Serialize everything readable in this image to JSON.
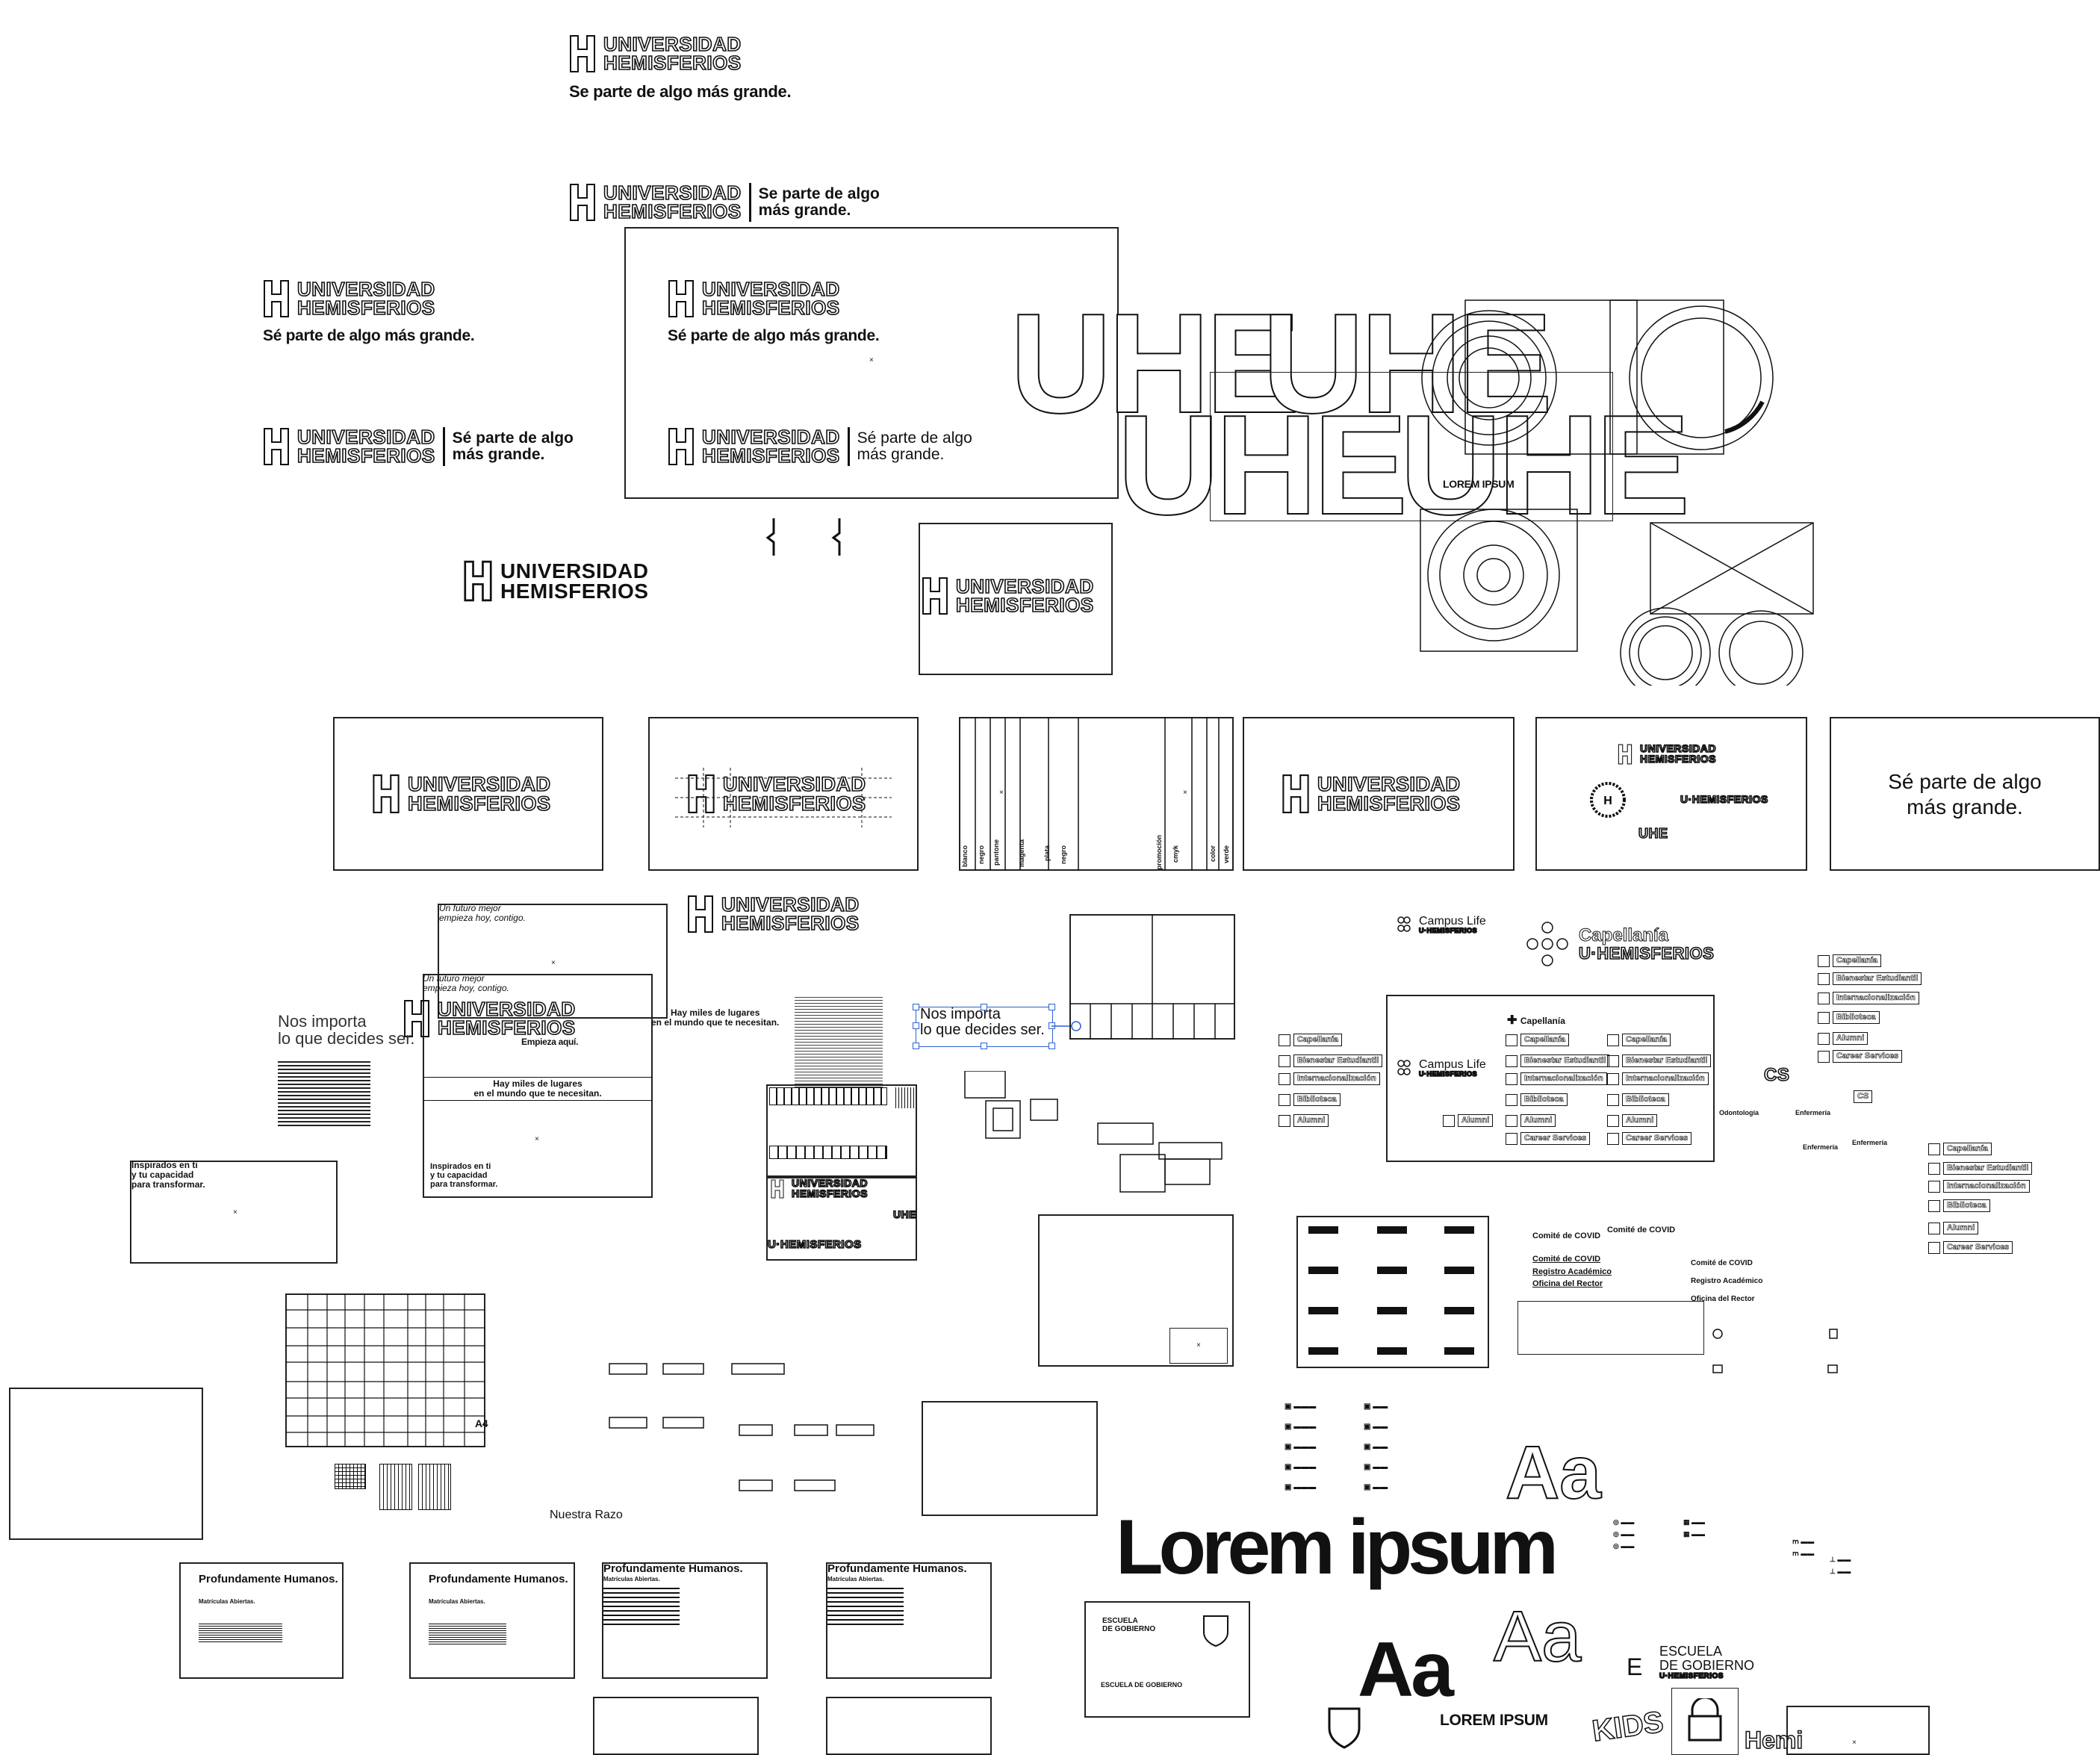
{
  "brand": {
    "line1": "UNIVERSIDAD",
    "line2": "HEMISFERIOS",
    "short": "U·HEMISFERIOS",
    "monogram": "UHE"
  },
  "taglines": {
    "full_plain": "Se parte de algo más grande.",
    "full_accent": "Sé parte de algo más grande.",
    "two_line_1": "Se parte de algo",
    "two_line_2": "más grande.",
    "accent_line_1": "Sé parte de algo",
    "accent_line_2": "más grande.",
    "card_line_1": "Sé parte de algo",
    "card_line_2": "más grande."
  },
  "lorem": {
    "caps": "LOREM IPSUM",
    "display": "Lorem ipsum",
    "glyph": "Aa"
  },
  "campaign": {
    "futuro_1": "Un futuro mejor",
    "futuro_2": "empieza hoy, contigo.",
    "importa_1": "Nos importa",
    "importa_2": "lo que decides ser.",
    "lugares_1": "Hay miles de lugares",
    "lugares_2": "en el mundo que te necesitan.",
    "empleza": "Empieza aquí.",
    "inspirados_1": "Inspirados en ti",
    "inspirados_2": "y tu capacidad",
    "inspirados_3": "para transformar.",
    "razon": "Nuestra Razo",
    "paper": "A4",
    "humanos": "Profundamente Humanos.",
    "matriculas": "Matrículas Abiertas."
  },
  "sub_brands": {
    "campus": "Campus Life",
    "capellania": "Capellanía",
    "escuela": "ESCUELA DE GOBIERNO",
    "escuela_1": "ESCUELA",
    "escuela_2": "DE GOBIERNO",
    "covid": "Comité de COVID",
    "kids": "KIDS",
    "hemi": "Hemi",
    "cs": "CS",
    "enfermeria": "Enfermería",
    "odontologia": "Odontología"
  },
  "services": [
    "Capellanía",
    "Bienestar Estudiantil",
    "Internacionalización",
    "Biblioteca",
    "Alumni",
    "Career Services"
  ],
  "covid_list": [
    "Comité de COVID",
    "Registro Académico",
    "Oficina del Rector"
  ],
  "vertical_labels": [
    "blanco",
    "negro",
    "pantone",
    "magenta",
    "plata",
    "negro",
    "promoción",
    "cmyk",
    "color",
    "verde"
  ],
  "colors": {
    "line": "#111111",
    "selection": "#2a62d6",
    "paper": "#ffffff"
  }
}
